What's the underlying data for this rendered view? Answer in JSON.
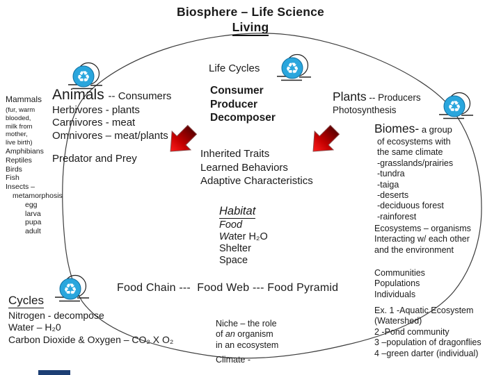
{
  "title": {
    "line1": "Biosphere – Life Science",
    "line2": "Living"
  },
  "left_margin": {
    "mammals_heading": "Mammals",
    "mammals_detail": [
      "(fur, warm",
      "blooded,",
      "milk from",
      "mother,",
      "live birth)"
    ],
    "classes": [
      "Amphibians",
      "Reptiles",
      "Birds",
      "Fish",
      "Insects –"
    ],
    "metamorphosis": "metamorphosis",
    "stages": [
      "egg",
      "larva",
      "pupa",
      "adult"
    ]
  },
  "animals": {
    "word": "Animals",
    "suffix": "-- Consumers",
    "lines": [
      "Herbivores - plants",
      "Carnivores - meat",
      "Omnivores – meat/plants"
    ],
    "predator": "Predator and Prey"
  },
  "life_cycles": {
    "label": "Life Cycles",
    "bold_lines": [
      "Consumer",
      "Producer",
      "Decomposer"
    ]
  },
  "traits": {
    "lines": [
      "Inherited Traits",
      "Learned Behaviors",
      "Adaptive Characteristics"
    ]
  },
  "habitat": {
    "heading": "Habitat",
    "food": "Food",
    "water_italic": "Wa",
    "water_rest": "ter H₂O",
    "shelter": "Shelter",
    "space": "Space"
  },
  "plants": {
    "word": "Plants",
    "suffix": "-- Producers",
    "line2": "Photosynthesis"
  },
  "biomes": {
    "word": "Biomes-",
    "suffix": "a group",
    "lines": [
      "of ecosystems with",
      "the same climate",
      "-grasslands/prairies",
      "-tundra",
      "-taiga",
      "-deserts",
      "-deciduous forest",
      "-rainforest"
    ]
  },
  "ecosystems": {
    "lines": [
      "Ecosystems – organisms",
      "Interacting w/ each other",
      "and the environment"
    ]
  },
  "levels": {
    "lines": [
      "Communities",
      "Populations",
      "Individuals"
    ]
  },
  "examples": {
    "lines": [
      "Ex. 1 -Aquatic Ecosystem",
      "(Watershed)",
      "2 -Pond community",
      "3 –population of dragonflies",
      "4 –green darter (individual)"
    ]
  },
  "food_chain": {
    "text": "Food Chain ---  Food Web --- Food Pyramid"
  },
  "cycles": {
    "heading": "Cycles",
    "lines": [
      "Nitrogen - decompose",
      "Water – H₂0",
      "Carbon Dioxide & Oxygen – CO₂ X O₂"
    ]
  },
  "niche": {
    "line1": "Niche – the role",
    "line2_pre": "of ",
    "line2_italic": "an",
    "line2_post": " organism",
    "line3": "in an ecosystem",
    "climate": "Climate -"
  },
  "icons": {
    "recycle_glyph": "♻"
  },
  "colors": {
    "icon_blue": "#2AA6DD",
    "icon_blue_edge": "#0F6FA0",
    "arrow_red_dark": "#5E0000",
    "arrow_red_bright": "#FF1E1E",
    "oval_stroke": "#3c3c3c"
  }
}
